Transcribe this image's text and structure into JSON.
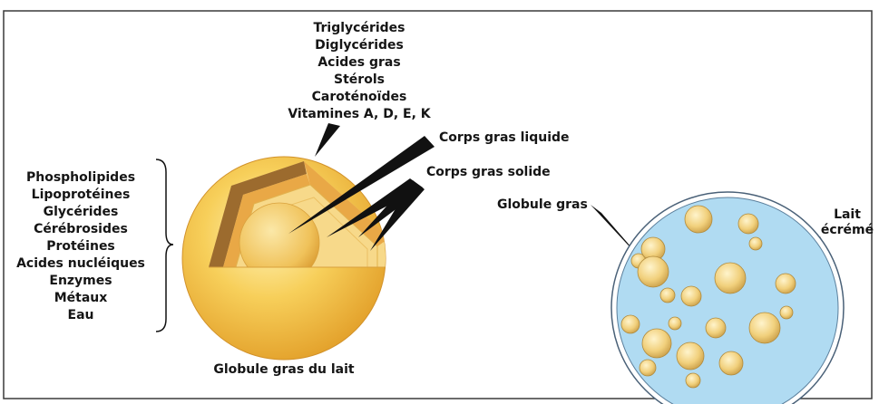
{
  "diagram": {
    "fat_globule": {
      "composition_core": [
        "Triglycérides",
        "Diglycérides",
        "Acides gras",
        "Stérols",
        "Caroténoïdes",
        "Vitamines A, D, E, K"
      ],
      "composition_membrane": [
        "Phospholipides",
        "Lipoprotéines",
        "Glycérides",
        "Cérébrosides",
        "Protéines",
        "Acides nucléiques",
        "Enzymes",
        "Métaux",
        "Eau"
      ],
      "label_liquid_fat": "Corps gras liquide",
      "label_solid_fat": "Corps gras solide",
      "caption": "Globule gras du lait"
    },
    "skim_milk": {
      "label_fat_globule": "Globule gras",
      "label_skim_milk": "Lait écrémé"
    }
  },
  "colors": {
    "shell_dark": "#9c6b2e",
    "shell_orange": "#e9a846",
    "cut_face_light": "#f7d98a",
    "skim_milk_blue": "#b0dbf2",
    "pointer": "#111111"
  }
}
